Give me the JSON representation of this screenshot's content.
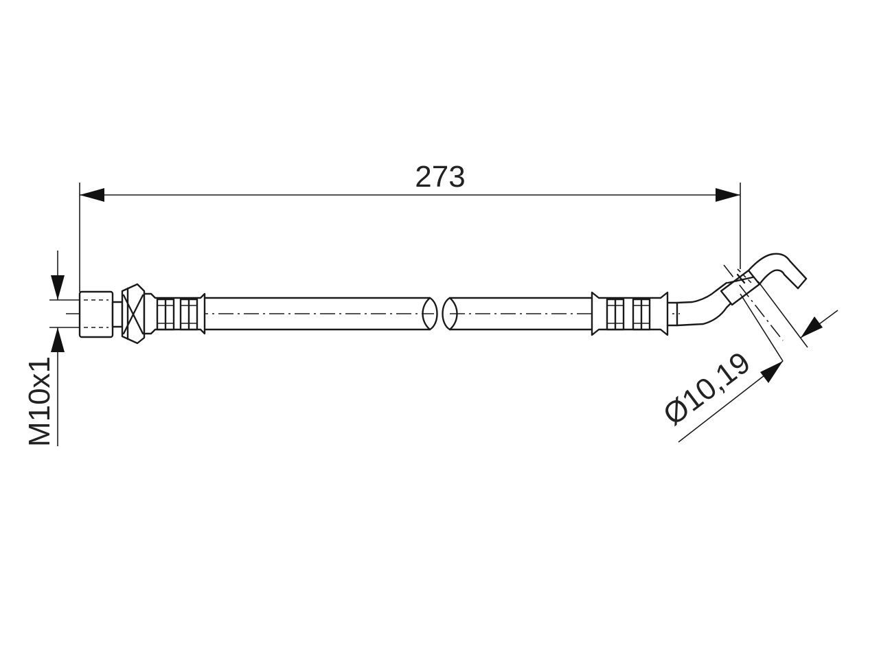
{
  "dimensions": {
    "length": "273",
    "thread": "M10x1",
    "diameter": "Ø10,19"
  },
  "colors": {
    "line": "#1a1a1a",
    "background": "#ffffff"
  }
}
